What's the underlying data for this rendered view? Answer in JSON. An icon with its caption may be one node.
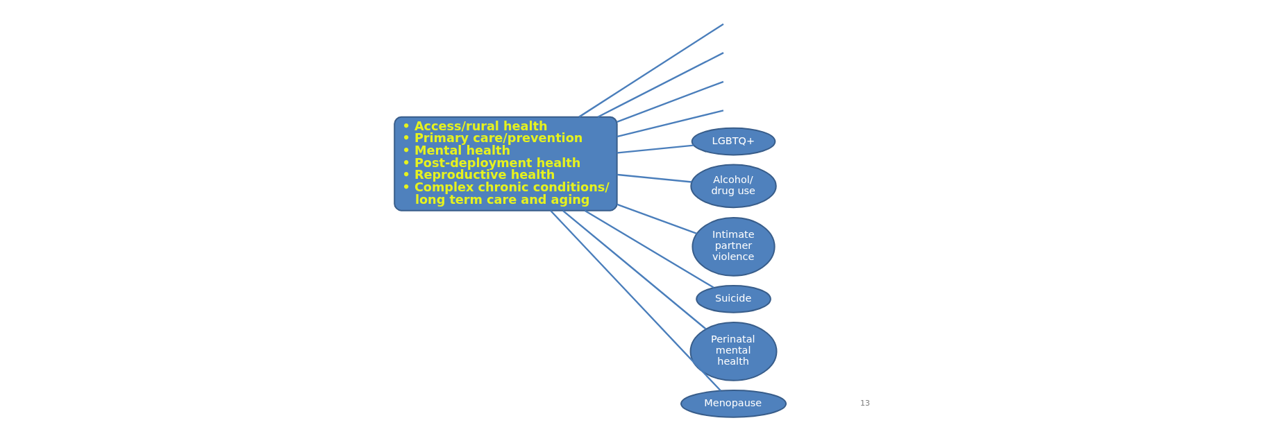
{
  "diagram": {
    "nodes": [
      {
        "text": [
          "• Access/rural health",
          "• Primary care/prevention",
          "• Mental health",
          "• Post-deployment health",
          "• Reproductive health",
          "• Complex chronic conditions/ long term care and aging"
        ]
      },
      {
        "text": [
          "LGBTQ+"
        ]
      },
      {
        "text": [
          "Alcohol/ drug use"
        ]
      },
      {
        "text": [
          "Intimate partner violence"
        ]
      },
      {
        "text": [
          "Suicide"
        ]
      },
      {
        "text": [
          "Perinatal mental health"
        ]
      },
      {
        "text": [
          "Menopause"
        ]
      }
    ],
    "edges": [
      {
        "from": 0,
        "to": null,
        "arrow": "none"
      },
      {
        "from": 0,
        "to": null,
        "arrow": "none"
      },
      {
        "from": 0,
        "to": null,
        "arrow": "none"
      },
      {
        "from": 0,
        "to": null,
        "arrow": "none"
      },
      {
        "from": 0,
        "to": 1,
        "arrow": "none"
      },
      {
        "from": 0,
        "to": 2,
        "arrow": "none"
      },
      {
        "from": 0,
        "to": 3,
        "arrow": "none"
      },
      {
        "from": 0,
        "to": 4,
        "arrow": "none"
      },
      {
        "from": 0,
        "to": 6,
        "arrow": "none"
      },
      {
        "from": 0,
        "to": 5,
        "arrow": "none"
      }
    ],
    "labels": [
      "13"
    ]
  }
}
